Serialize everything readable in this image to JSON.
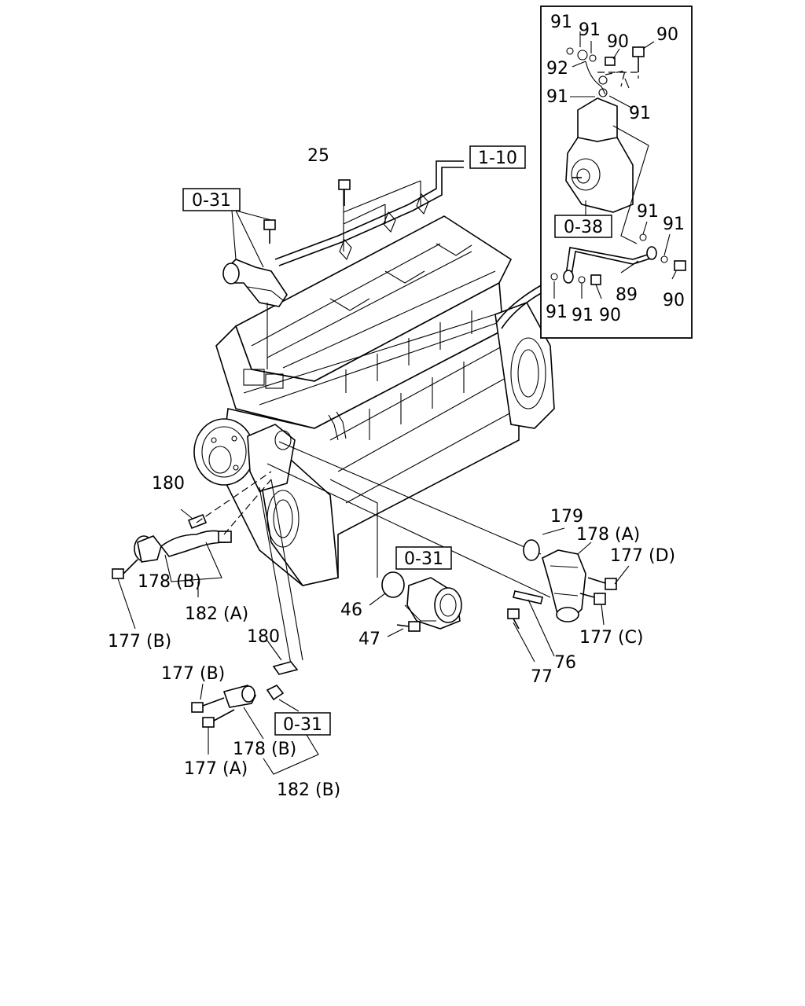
{
  "diagram": {
    "refs": {
      "r1": "1-10",
      "r2": "0-31",
      "r3": "0-31",
      "r4": "0-31",
      "r5": "0-38"
    },
    "labels": {
      "l_25": "25",
      "l_91a": "91",
      "l_91b": "91",
      "l_90a": "90",
      "l_90b": "90",
      "l_92": "92",
      "l_91c": "91",
      "l_91d": "91",
      "l_91e": "91",
      "l_91f": "91",
      "l_89": "89",
      "l_90c": "90",
      "l_91g": "91",
      "l_91h": "91",
      "l_90d": "90",
      "l_180a": "180",
      "l_178b_1": "178 (B)",
      "l_182a": "182 (A)",
      "l_177b_1": "177 (B)",
      "l_179": "179",
      "l_178a": "178 (A)",
      "l_177d": "177 (D)",
      "l_177c": "177 (C)",
      "l_46": "46",
      "l_47": "47",
      "l_76": "76",
      "l_77": "77",
      "l_180b": "180",
      "l_177b_2": "177 (B)",
      "l_178b_2": "178 (B)",
      "l_177a": "177 (A)",
      "l_182b": "182 (B)"
    }
  }
}
